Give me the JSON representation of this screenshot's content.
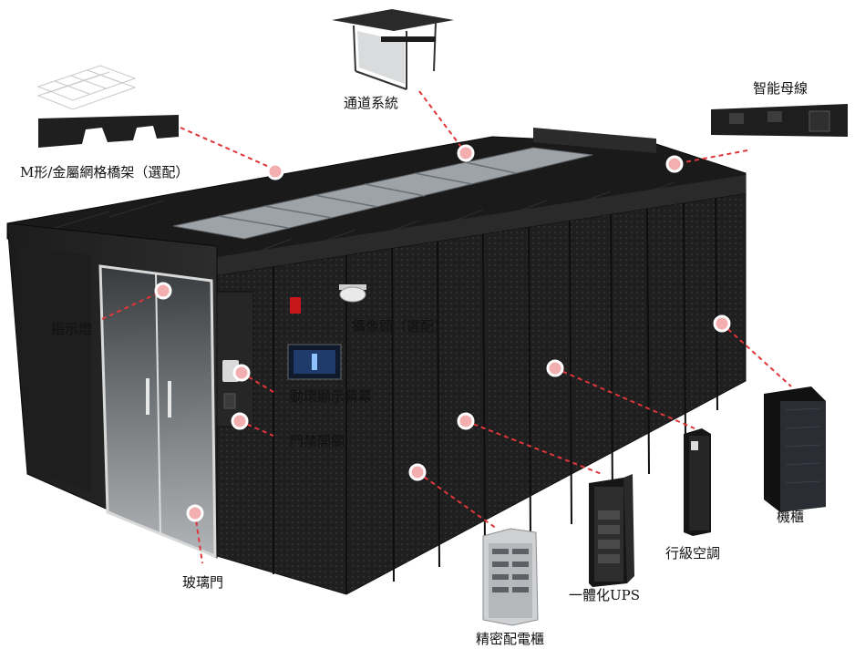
{
  "labels": {
    "cable_tray": "M形/金屬網格橋架（選配）",
    "aisle_system": "通道系統",
    "busway": "智能母線",
    "indicator_light": "指示燈",
    "camera": "攝像頭（選配）",
    "env_display": "動環顯示幕幕",
    "access_control": "門禁開關",
    "rack": "機櫃",
    "row_ac": "行級空調",
    "ups": "一體化UPS",
    "glass_door": "玻璃門",
    "pdu_cabinet": "精密配電櫃"
  },
  "colors": {
    "leader_line": "#e0363a",
    "marker_fill": "#f3aeb0",
    "cabinet_body": "#232323",
    "cabinet_top": "#1a1a1a",
    "roof_panel": "#9ea3a8"
  },
  "icons": [
    "cable-tray-icon",
    "aisle-frame-icon",
    "busway-icon",
    "camera-icon",
    "indicator-lamp-icon",
    "display-screen-icon",
    "rack-photo-icon",
    "row-ac-photo-icon",
    "ups-photo-icon",
    "pdu-cabinet-photo-icon"
  ]
}
